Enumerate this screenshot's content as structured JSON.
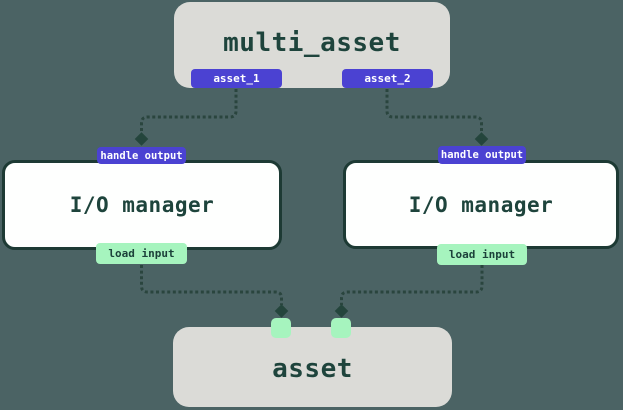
{
  "diagram": {
    "multi_asset_node": {
      "label": "multi_asset",
      "outputs": [
        {
          "label": "asset_1"
        },
        {
          "label": "asset_2"
        }
      ]
    },
    "io_managers": [
      {
        "input_badge": "handle output",
        "label": "I/O manager",
        "output_badge": "load input"
      },
      {
        "input_badge": "handle output",
        "label": "I/O manager",
        "output_badge": "load input"
      }
    ],
    "asset_node": {
      "label": "asset",
      "input_port_count": 2
    }
  },
  "colors": {
    "background": "#4B6364",
    "node_gray_fill": "#DBDBD7",
    "node_white_fill": "#FEFFFE",
    "node_border": "#1D3A34",
    "badge_purple": "#4B42D2",
    "badge_green": "#A6F4BE",
    "title_text": "#1E443C",
    "badge_text_light": "#FFFFFF",
    "badge_text_dark": "#1C423A",
    "connector": "#2A453E"
  }
}
